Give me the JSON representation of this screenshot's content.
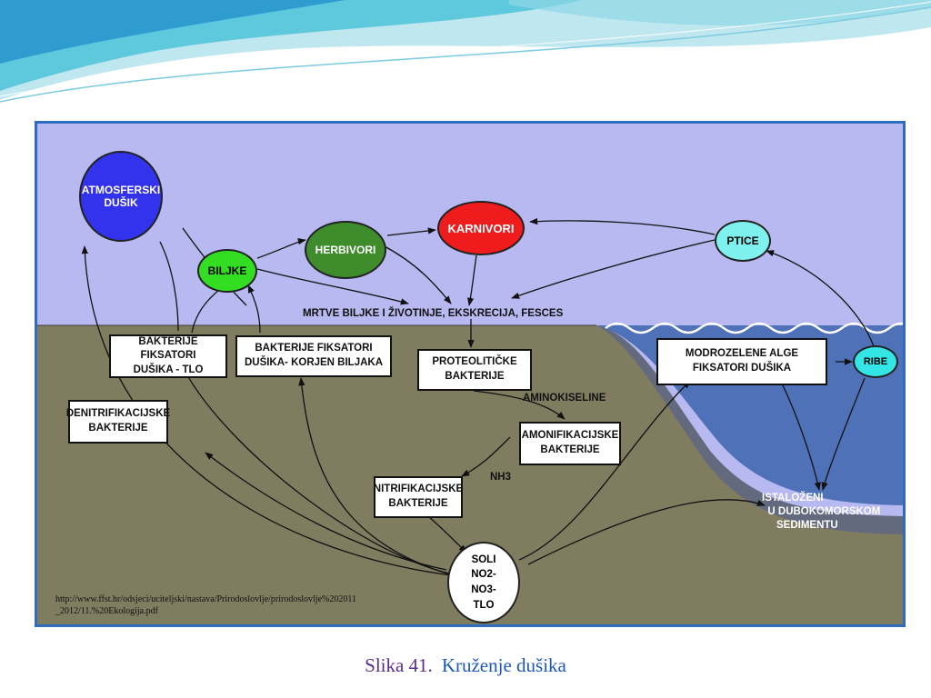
{
  "colors": {
    "sky": "#b7b9f0",
    "soil": "#807c60",
    "sea": "#4f71b8",
    "frame": "#2f6bbf",
    "caption_num": "#5a2d8c",
    "caption_title": "#1d58b8"
  },
  "nodes": {
    "atmospheric": "ATMOSFERSKI\nDUŠIK",
    "plants": "BILJKE",
    "herbivores": "HERBIVORI",
    "carnivores": "KARNIVORI",
    "birds": "PTICE",
    "fish": "RIBE",
    "dead_matter": "MRTVE BILJKE I ŽIVOTINJE,  EKSKRECIJA, FESCES",
    "fix_soil": "BAKTERIJE  FIKSATORI\nDUŠIKA - TLO",
    "fix_root": "BAKTERIJE FIKSATORI\nDUŠIKA- KORJEN BILJAKA",
    "denitrifying": "DENITRIFIKACIJSKE\nBAKTERIJE",
    "proteolytic": "PROTEOLITIČKE\nBAKTERIJE",
    "amino_acids": "AMINOKISELINE",
    "ammonifying": "AMONIFIKACIJSKE\nBAKTERIJE",
    "ammonia": "NH3",
    "nitrifying": "NITRIFIKACIJSKE\nBAKTERIJE",
    "salts": "SOLI\nNO2-\nNO3-\nTLO",
    "algae": "MODROZELENE ALGE\nFIKSATORI  DUŠIKA",
    "sediment": "ISTALOŽENI\n  U DUBOKOMORSKOM\n     SEDIMENTU"
  },
  "source_text": "http://www.ffst.hr/odsjeci/uciteljski/nastava/Prirodoslovlje/prirodoslovlje%202011\n_2012/11.%20Ekologija.pdf",
  "caption": {
    "number": "Slika 41.",
    "title": "Kruženje dušika"
  }
}
